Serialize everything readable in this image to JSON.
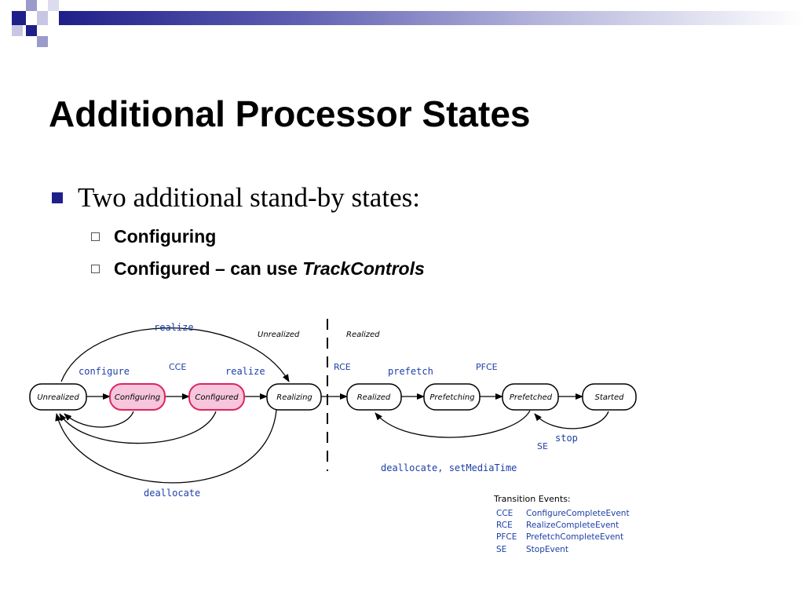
{
  "slide": {
    "title": "Additional Processor States",
    "bullet": "Two additional stand-by states:",
    "sub_items": [
      {
        "text": "Configuring",
        "italic": ""
      },
      {
        "text": "Configured – can use ",
        "italic": "TrackControls"
      }
    ]
  },
  "diagram": {
    "region_left": "Unrealized",
    "region_right": "Realized",
    "states": [
      "Unrealized",
      "Configuring",
      "Configured",
      "Realizing",
      "Realized",
      "Prefetching",
      "Prefetched",
      "Started"
    ],
    "highlighted_states": [
      "Configuring",
      "Configured"
    ],
    "events": {
      "realize_top": "realize",
      "configure": "configure",
      "cce": "CCE",
      "realize": "realize",
      "rce": "RCE",
      "prefetch": "prefetch",
      "pfce": "PFCE",
      "stop": "stop",
      "se": "SE",
      "deallocate_set": "deallocate, setMediaTime",
      "deallocate": "deallocate"
    },
    "legend": {
      "title": "Transition Events:",
      "items": [
        {
          "abbr": "CCE",
          "name": "ConfigureCompleteEvent"
        },
        {
          "abbr": "RCE",
          "name": "RealizeCompleteEvent"
        },
        {
          "abbr": "PFCE",
          "name": "PrefetchCompleteEvent"
        },
        {
          "abbr": "SE",
          "name": "StopEvent"
        }
      ]
    }
  },
  "colors": {
    "accent": "#1f1f8a",
    "event_text": "#1d3fa8",
    "highlight_fill": "#f7c6dc",
    "highlight_stroke": "#e0245e"
  }
}
